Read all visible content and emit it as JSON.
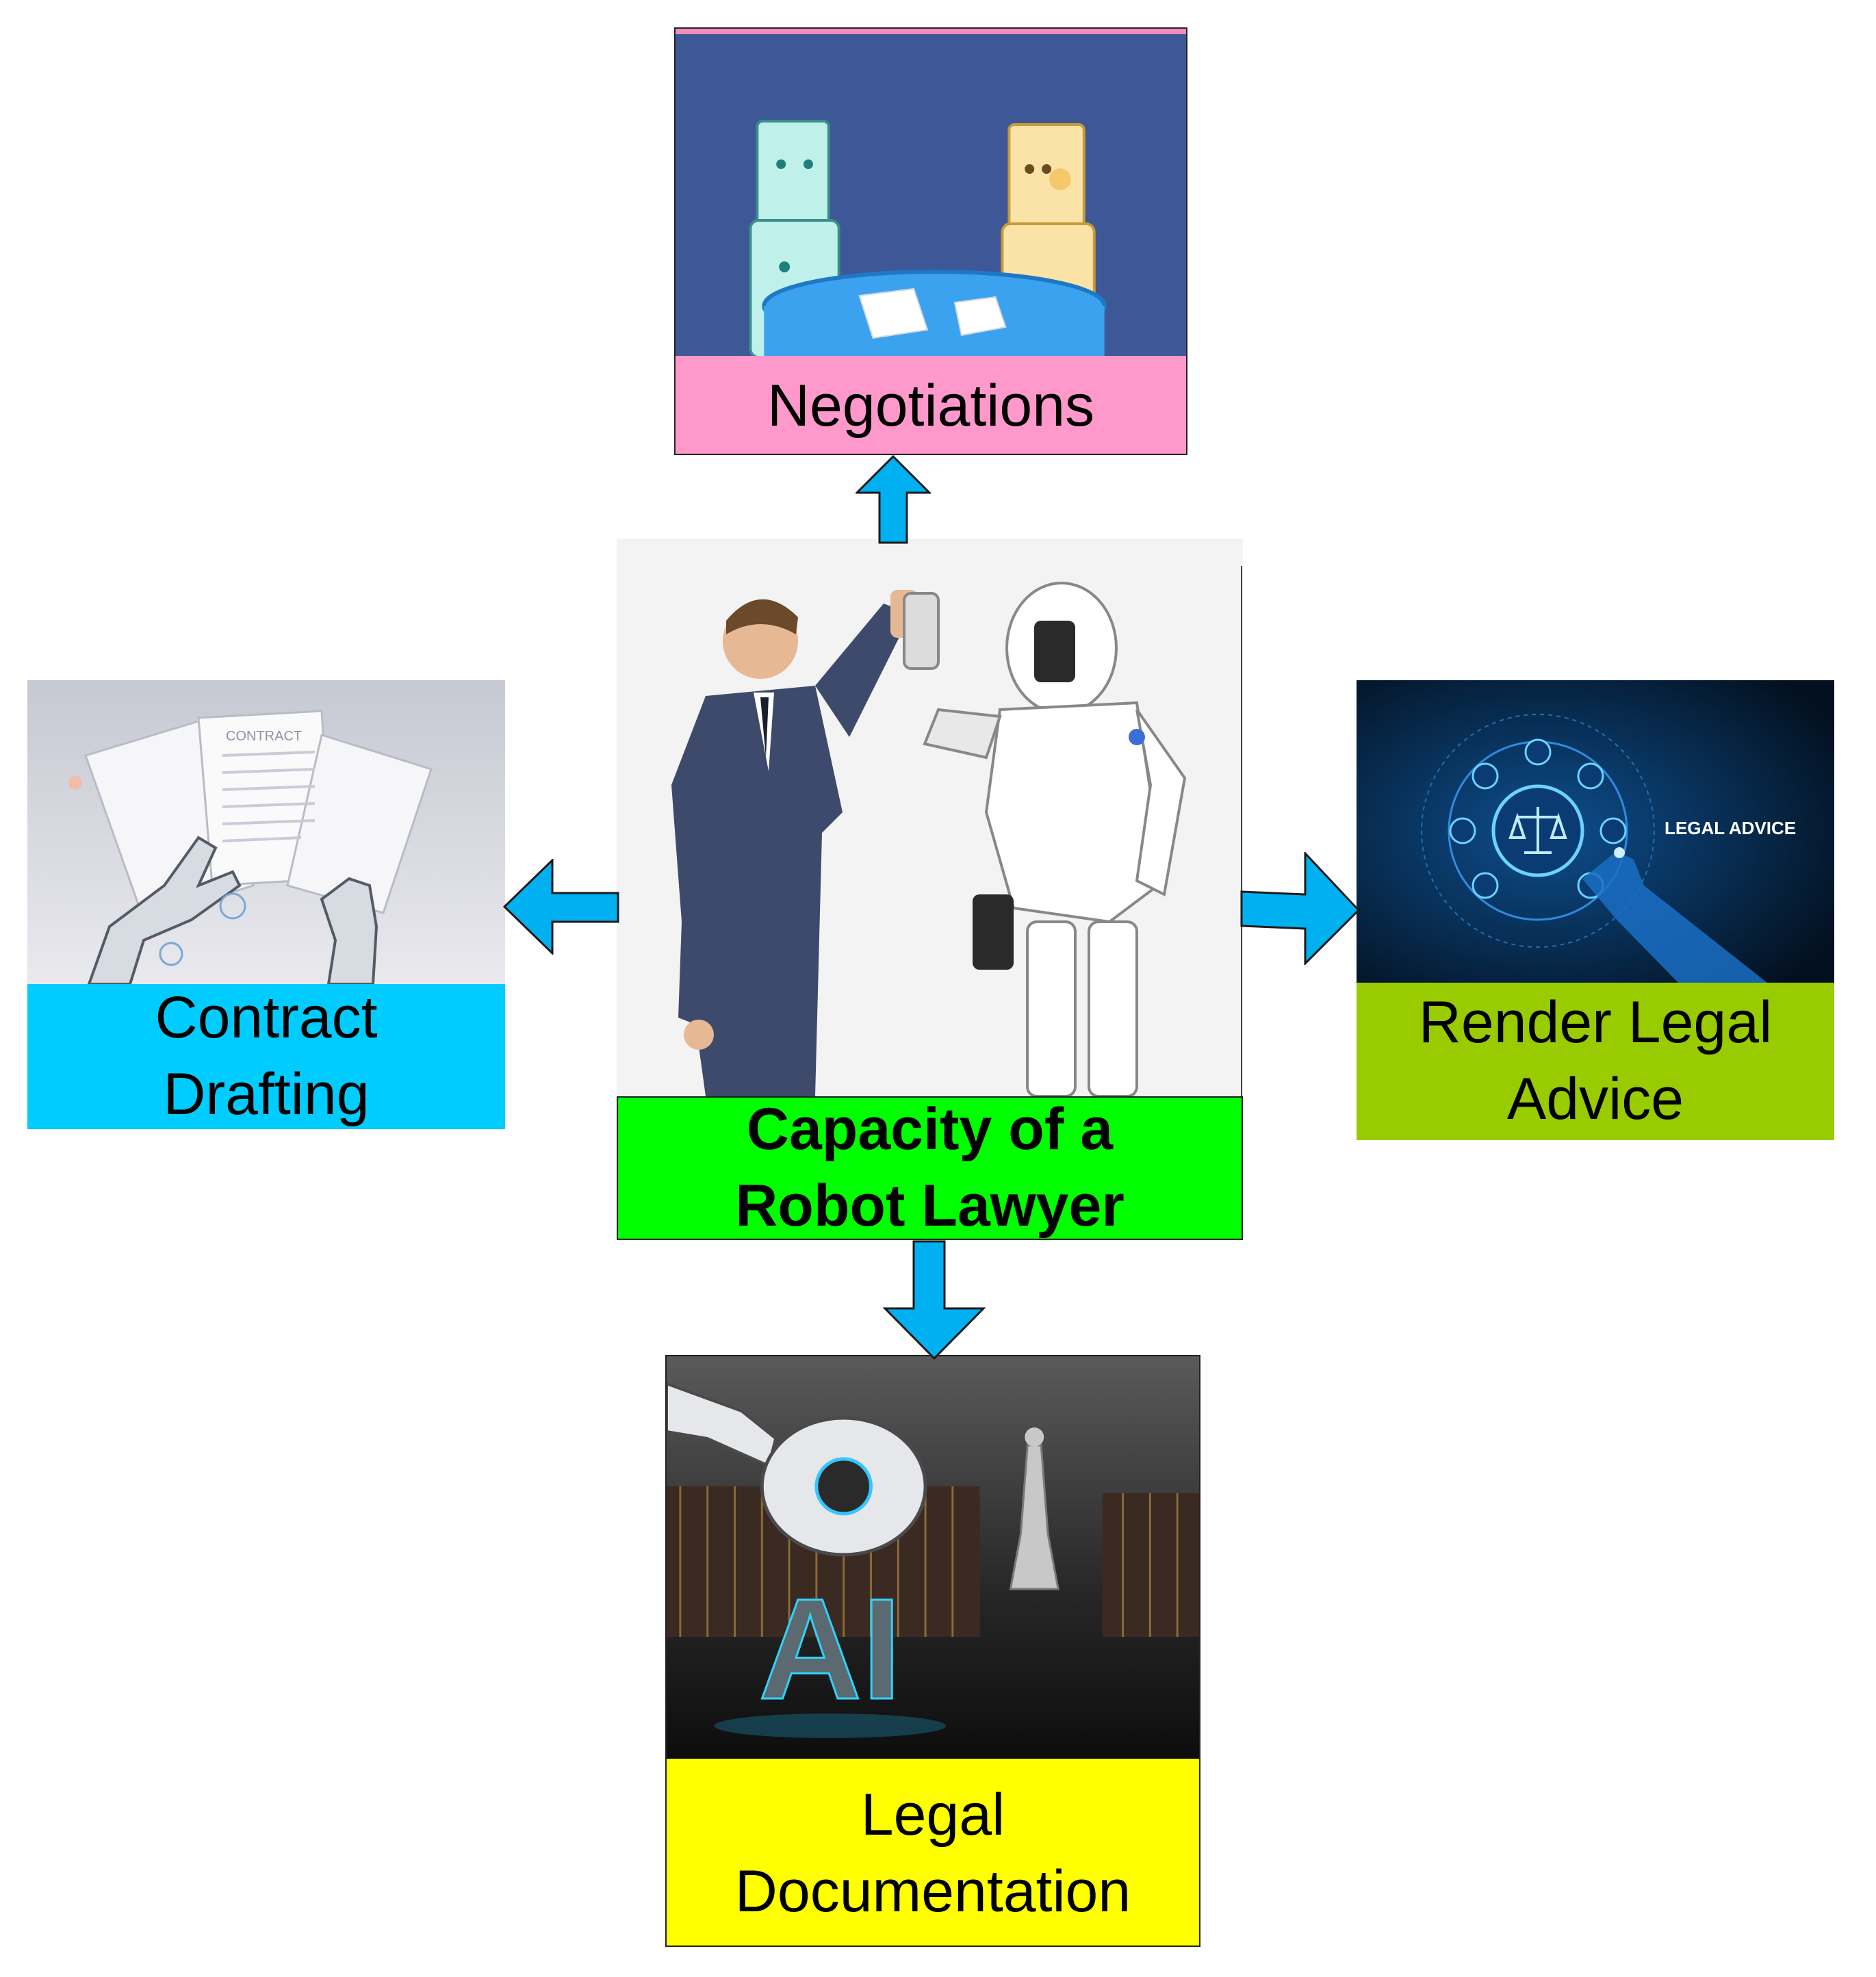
{
  "center": {
    "label": "Capacity of a\nRobot Lawyer",
    "image": "person-robot-high-five-photo",
    "caption_color": "#00ff00"
  },
  "nodes": {
    "top": {
      "label": "Negotiations",
      "image": "two-robots-negotiating-illustration",
      "caption_color": "#ff99cc"
    },
    "left": {
      "label": "Contract\nDrafting",
      "image": "robot-hands-contract-papers-photo",
      "caption_color": "#00ccff"
    },
    "right": {
      "label": "Render Legal\nAdvice",
      "image": "legal-advice-hologram-illustration",
      "caption_color": "#99cc00",
      "image_text": "LEGAL ADVICE"
    },
    "bottom": {
      "label": "Legal\nDocumentation",
      "image": "robot-hand-ai-letters-photo",
      "caption_color": "#ffff00"
    }
  },
  "arrows": {
    "color": "#00b0f0",
    "outline": "#1a1a1a"
  }
}
